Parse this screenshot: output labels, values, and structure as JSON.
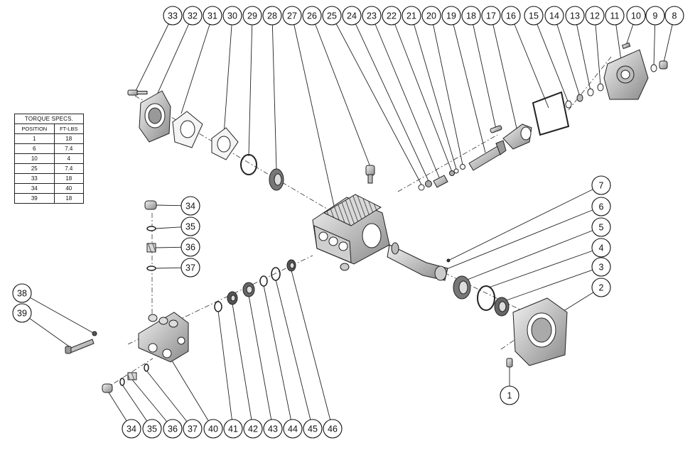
{
  "torque_table": {
    "title": "TORQUE SPECS.",
    "headers": [
      "POSITION",
      "FT-LBS"
    ],
    "rows": [
      [
        "1",
        "18"
      ],
      [
        "6",
        "7.4"
      ],
      [
        "10",
        "4"
      ],
      [
        "25",
        "7.4"
      ],
      [
        "33",
        "18"
      ],
      [
        "34",
        "40"
      ],
      [
        "39",
        "18"
      ]
    ]
  },
  "callouts": {
    "top_row": [
      "33",
      "32",
      "31",
      "30",
      "29",
      "28",
      "27",
      "26",
      "25",
      "24",
      "23",
      "22",
      "21",
      "20",
      "19",
      "18",
      "17",
      "16",
      "15",
      "14",
      "13",
      "12",
      "11",
      "10",
      "9",
      "8"
    ],
    "right_column": [
      "7",
      "6",
      "5",
      "4",
      "3",
      "2"
    ],
    "shaft_bolt": "1",
    "left_valve": [
      "34",
      "35",
      "36",
      "37"
    ],
    "side_bolts": [
      "38",
      "39"
    ],
    "bottom_row": [
      "34",
      "35",
      "36",
      "37",
      "40",
      "41",
      "42",
      "43",
      "44",
      "45",
      "46"
    ]
  }
}
